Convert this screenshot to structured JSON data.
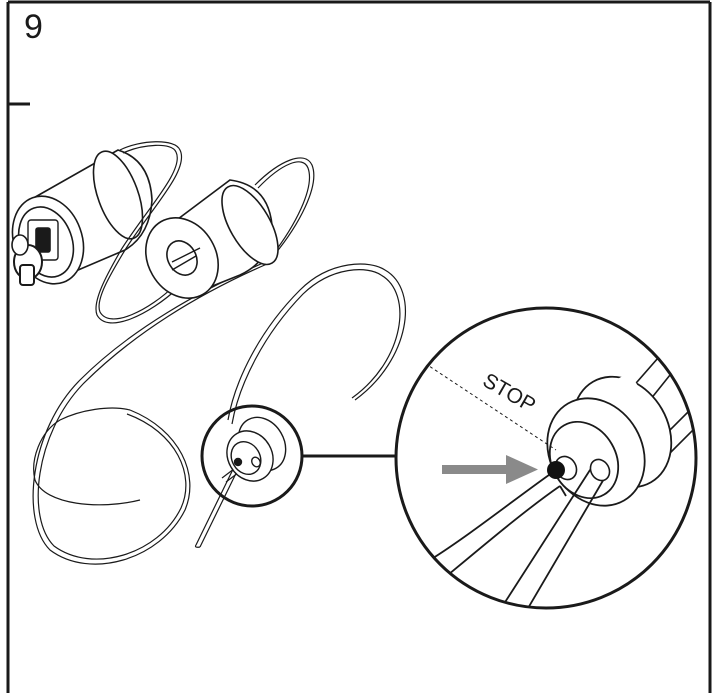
{
  "step": {
    "number": "9"
  },
  "callout": {
    "stop_label": "STOP"
  },
  "colors": {
    "line": "#1a1a1a",
    "arrow": "#8a8a8a",
    "dot": "#111111"
  },
  "icons": {
    "arrow": "arrow-right-icon",
    "magnifier": "magnifier-circle"
  }
}
